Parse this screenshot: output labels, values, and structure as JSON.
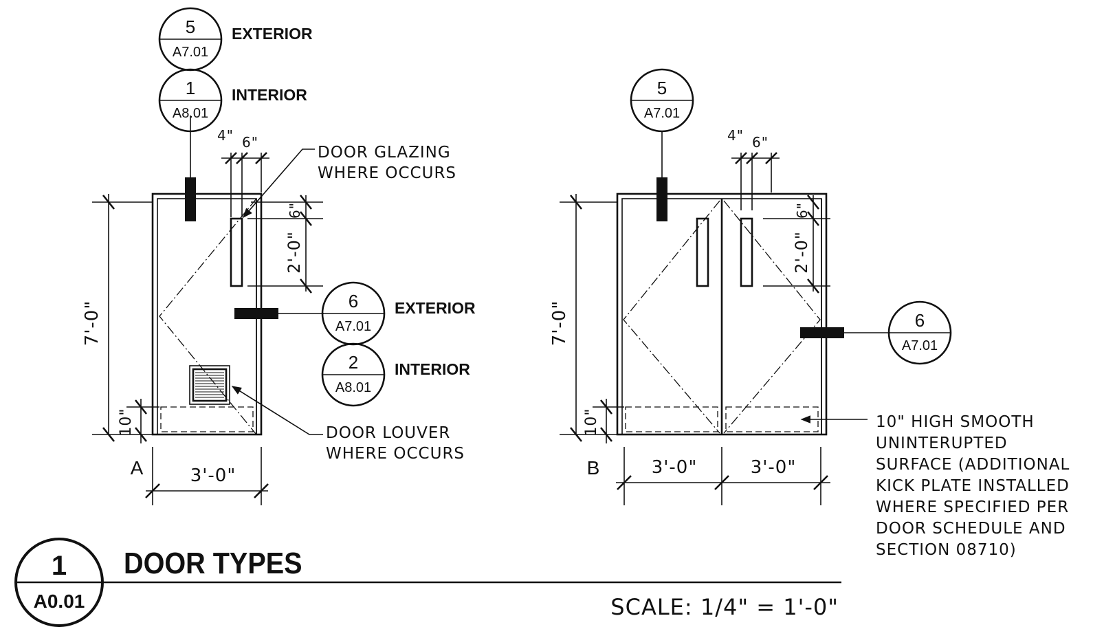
{
  "title_block": {
    "detail_number": "1",
    "sheet": "A0.01",
    "title": "DOOR TYPES",
    "scale": "SCALE:  1/4\"  =  1'-0\""
  },
  "door_a": {
    "label": "A",
    "width": "3'-0\"",
    "height": "7'-0\"",
    "dim_glazing_top": "6\"",
    "dim_glazing_height": "2'-0\"",
    "dim_kick": "10\"",
    "dim_edge": "4\"",
    "dim_glass_width": "6\"",
    "head_bubble_1": {
      "number": "5",
      "sheet": "A7.01",
      "label": "EXTERIOR"
    },
    "head_bubble_2": {
      "number": "1",
      "sheet": "A8.01",
      "label": "INTERIOR"
    },
    "jamb_bubble_1": {
      "number": "6",
      "sheet": "A7.01",
      "label": "EXTERIOR"
    },
    "jamb_bubble_2": {
      "number": "2",
      "sheet": "A8.01",
      "label": "INTERIOR"
    },
    "note_glazing": [
      "DOOR GLAZING",
      "WHERE OCCURS"
    ],
    "note_louver": [
      "DOOR LOUVER",
      "WHERE OCCURS"
    ]
  },
  "door_b": {
    "label": "B",
    "leaf_width_left": "3'-0\"",
    "leaf_width_right": "3'-0\"",
    "height": "7'-0\"",
    "dim_glazing_top": "6\"",
    "dim_glazing_height": "2'-0\"",
    "dim_kick": "10\"",
    "dim_edge": "4\"",
    "dim_glass_width": "6\"",
    "head_bubble": {
      "number": "5",
      "sheet": "A7.01"
    },
    "jamb_bubble": {
      "number": "6",
      "sheet": "A7.01"
    },
    "note_kick": [
      "10\" HIGH SMOOTH",
      "UNINTERUPTED",
      "SURFACE (ADDITIONAL",
      "KICK PLATE INSTALLED",
      "WHERE SPECIFIED PER",
      "DOOR SCHEDULE AND",
      "SECTION 08710)"
    ]
  }
}
